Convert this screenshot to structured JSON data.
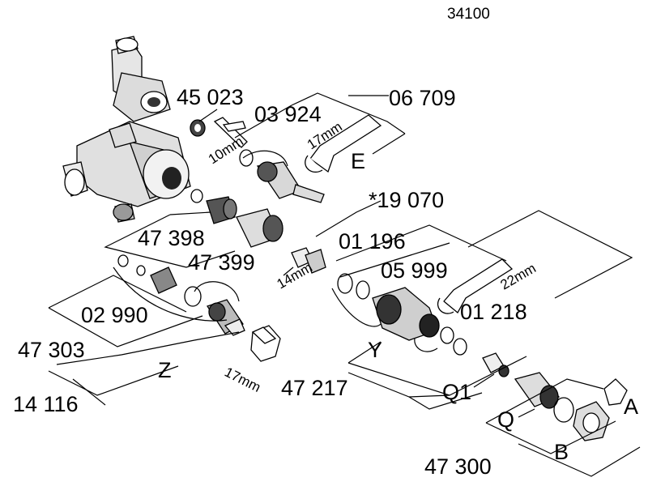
{
  "drawing_number": "34100",
  "labels": {
    "p45023": "45 023",
    "p03924": "03 924",
    "p06709": "06 709",
    "w10mm": "10mm",
    "w17mm_top": "17mm",
    "tool_e": "E",
    "p19070": "*19 070",
    "p47398": "47 398",
    "p47399": "47 399",
    "p01196": "01 196",
    "w14mm": "14mm",
    "p05999": "05 999",
    "w22mm": "22mm",
    "p01218": "01 218",
    "p02990": "02 990",
    "p47303": "47 303",
    "w17mm_bottom": "17mm",
    "group_y": "Y",
    "group_z": "Z",
    "p14116": "14 116",
    "p47217": "47 217",
    "q1": "Q1",
    "q": "Q",
    "a": "A",
    "b": "B",
    "p47300": "47 300"
  }
}
